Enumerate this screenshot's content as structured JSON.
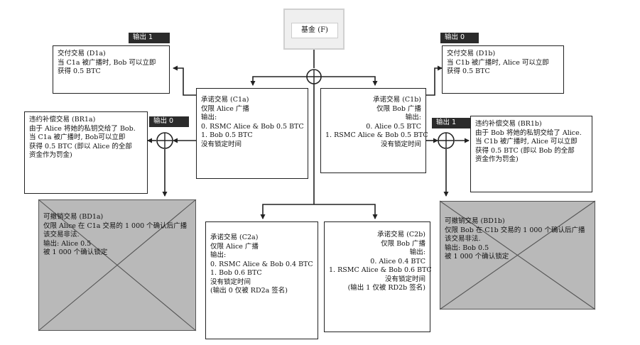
{
  "funding": {
    "label": "基金 (F)"
  },
  "tags": {
    "d1a": "输出 1",
    "d1b": "输出 0",
    "br1a": "输出 0",
    "br1b": "输出 1"
  },
  "d1a": {
    "lines": [
      "交付交易 (D1a)",
      "当 C1a 被广播时, Bob 可以立即",
      "获得 0.5 BTC"
    ]
  },
  "d1b": {
    "lines": [
      "交付交易 (D1b)",
      "当 C1b 被广播时, Alice 可以立即",
      "获得 0.5 BTC"
    ]
  },
  "c1a": {
    "lines": [
      "承诺交易 (C1a)",
      "仅限 Alice 广播",
      "",
      "输出:",
      "0. RSMC Alice & Bob 0.5 BTC",
      "1. Bob 0.5 BTC",
      "没有锁定时间"
    ]
  },
  "c1b": {
    "lines": [
      "承诺交易 (C1b)",
      "仅限 Bob 广播",
      "",
      "输出:",
      "0. Alice 0.5 BTC",
      "1. RSMC Alice & Bob 0.5 BTC",
      "没有锁定时间"
    ]
  },
  "br1a": {
    "lines": [
      "违约补偿交易 (BR1a)",
      "",
      "由于 Alice 将她的私钥交给了 Bob.",
      "当 C1a 被广播时, Bob可以立即",
      "获得 0.5 BTC (即以 Alice 的全部",
      "资金作为罚金)"
    ]
  },
  "br1b": {
    "lines": [
      "违约补偿交易 (BR1b)",
      "",
      "由于 Bob 将她的私钥交给了 Alice.",
      "当 C1b 被广播时, Alice 可以立即",
      "获得 0.5 BTC (即以 Bob 的全部",
      "资金作为罚金)"
    ]
  },
  "bd1a": {
    "lines": [
      "可撤销交易 (BD1a)",
      "",
      "仅限 Alice 在 C1a 交易的 1 000 个确认后广播",
      "",
      "该交易非法.",
      "",
      "输出: Alice 0.5",
      "被 1 000 个确认锁定"
    ]
  },
  "bd1b": {
    "lines": [
      "可撤销交易 (BD1b)",
      "",
      "仅限 Bob 在 C1b 交易的 1 000 个确认后广播",
      "",
      "该交易非法.",
      "",
      "输出: Bob 0.5",
      "被 1 000 个确认锁定"
    ]
  },
  "c2a": {
    "lines": [
      "承诺交易 (C2a)",
      "仅限 Alice 广播",
      "",
      "输出:",
      "0. RSMC Alice & Bob 0.4 BTC",
      "1. Bob 0.6 BTC",
      "",
      "没有锁定时间",
      "",
      "(输出 0 仅被 RD2a 签名)"
    ]
  },
  "c2b": {
    "lines": [
      "承诺交易 (C2b)",
      "仅限 Bob 广播",
      "",
      "输出:",
      "0. Alice 0.4 BTC",
      "1. RSMC Alice & Bob 0.6 BTC",
      "",
      "没有锁定时间",
      "",
      "(输出 1 仅被 RD2b 签名)"
    ]
  }
}
